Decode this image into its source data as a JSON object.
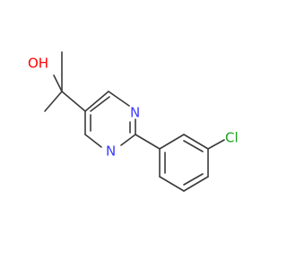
{
  "colors": {
    "bond": "#3a3a3a",
    "carbon": "#3a3a3a",
    "nitrogen": "#3a3aff",
    "oxygen": "#ff0000",
    "chlorine": "#1aa31a"
  },
  "atoms": {
    "hydroxyl": "OH",
    "n_top": "N",
    "n_bottom": "N",
    "chlorine": "Cl"
  }
}
